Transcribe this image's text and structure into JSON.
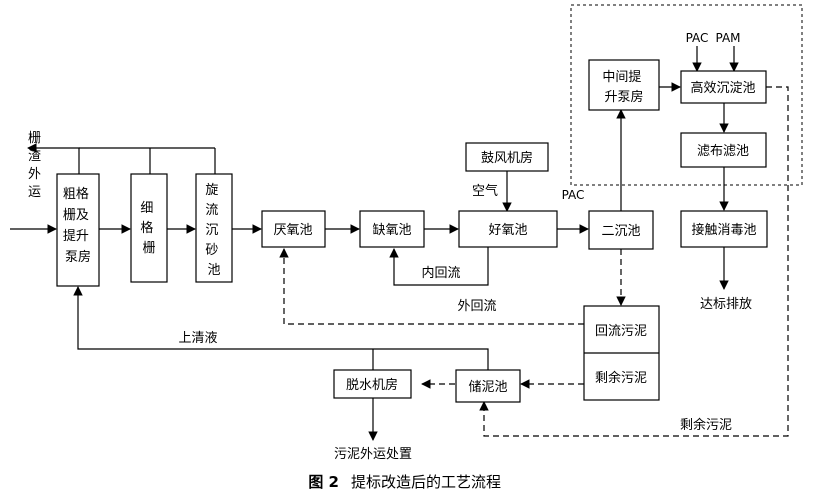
{
  "nodes": {
    "coarse_screen": [
      "粗格",
      "栅及",
      "提升",
      "泵房"
    ],
    "fine_screen": [
      "细",
      "格",
      "栅"
    ],
    "vortex_grit": [
      "旋",
      "流",
      "沉",
      "砂",
      "池"
    ],
    "anaerobic": "厌氧池",
    "anoxic": "缺氧池",
    "aerobic": "好氧池",
    "secondary_clarifier": "二沉池",
    "blower_room": "鼓风机房",
    "intermediate_pump": [
      "中间提",
      "升泵房"
    ],
    "hi_eff_clarifier": "高效沉淀池",
    "cloth_filter": "滤布滤池",
    "contact_disinfection": "接触消毒池",
    "return_sludge": "回流污泥",
    "excess_sludge": "剩余污泥",
    "sludge_storage": "储泥池",
    "dewatering_room": "脱水机房"
  },
  "labels": {
    "screenings_out": [
      "栅",
      "渣",
      "外",
      "运"
    ],
    "air": "空气",
    "pac_1": "PAC",
    "pac_2": "PAC",
    "pam": "PAM",
    "internal_recycle": "内回流",
    "external_recycle": "外回流",
    "supernatant": "上清液",
    "excess_sludge_line": "剩余污泥",
    "discharge": "达标排放",
    "sludge_disposal": "污泥外运处置"
  },
  "caption": {
    "number": "图 2",
    "title": "提标改造后的工艺流程"
  }
}
